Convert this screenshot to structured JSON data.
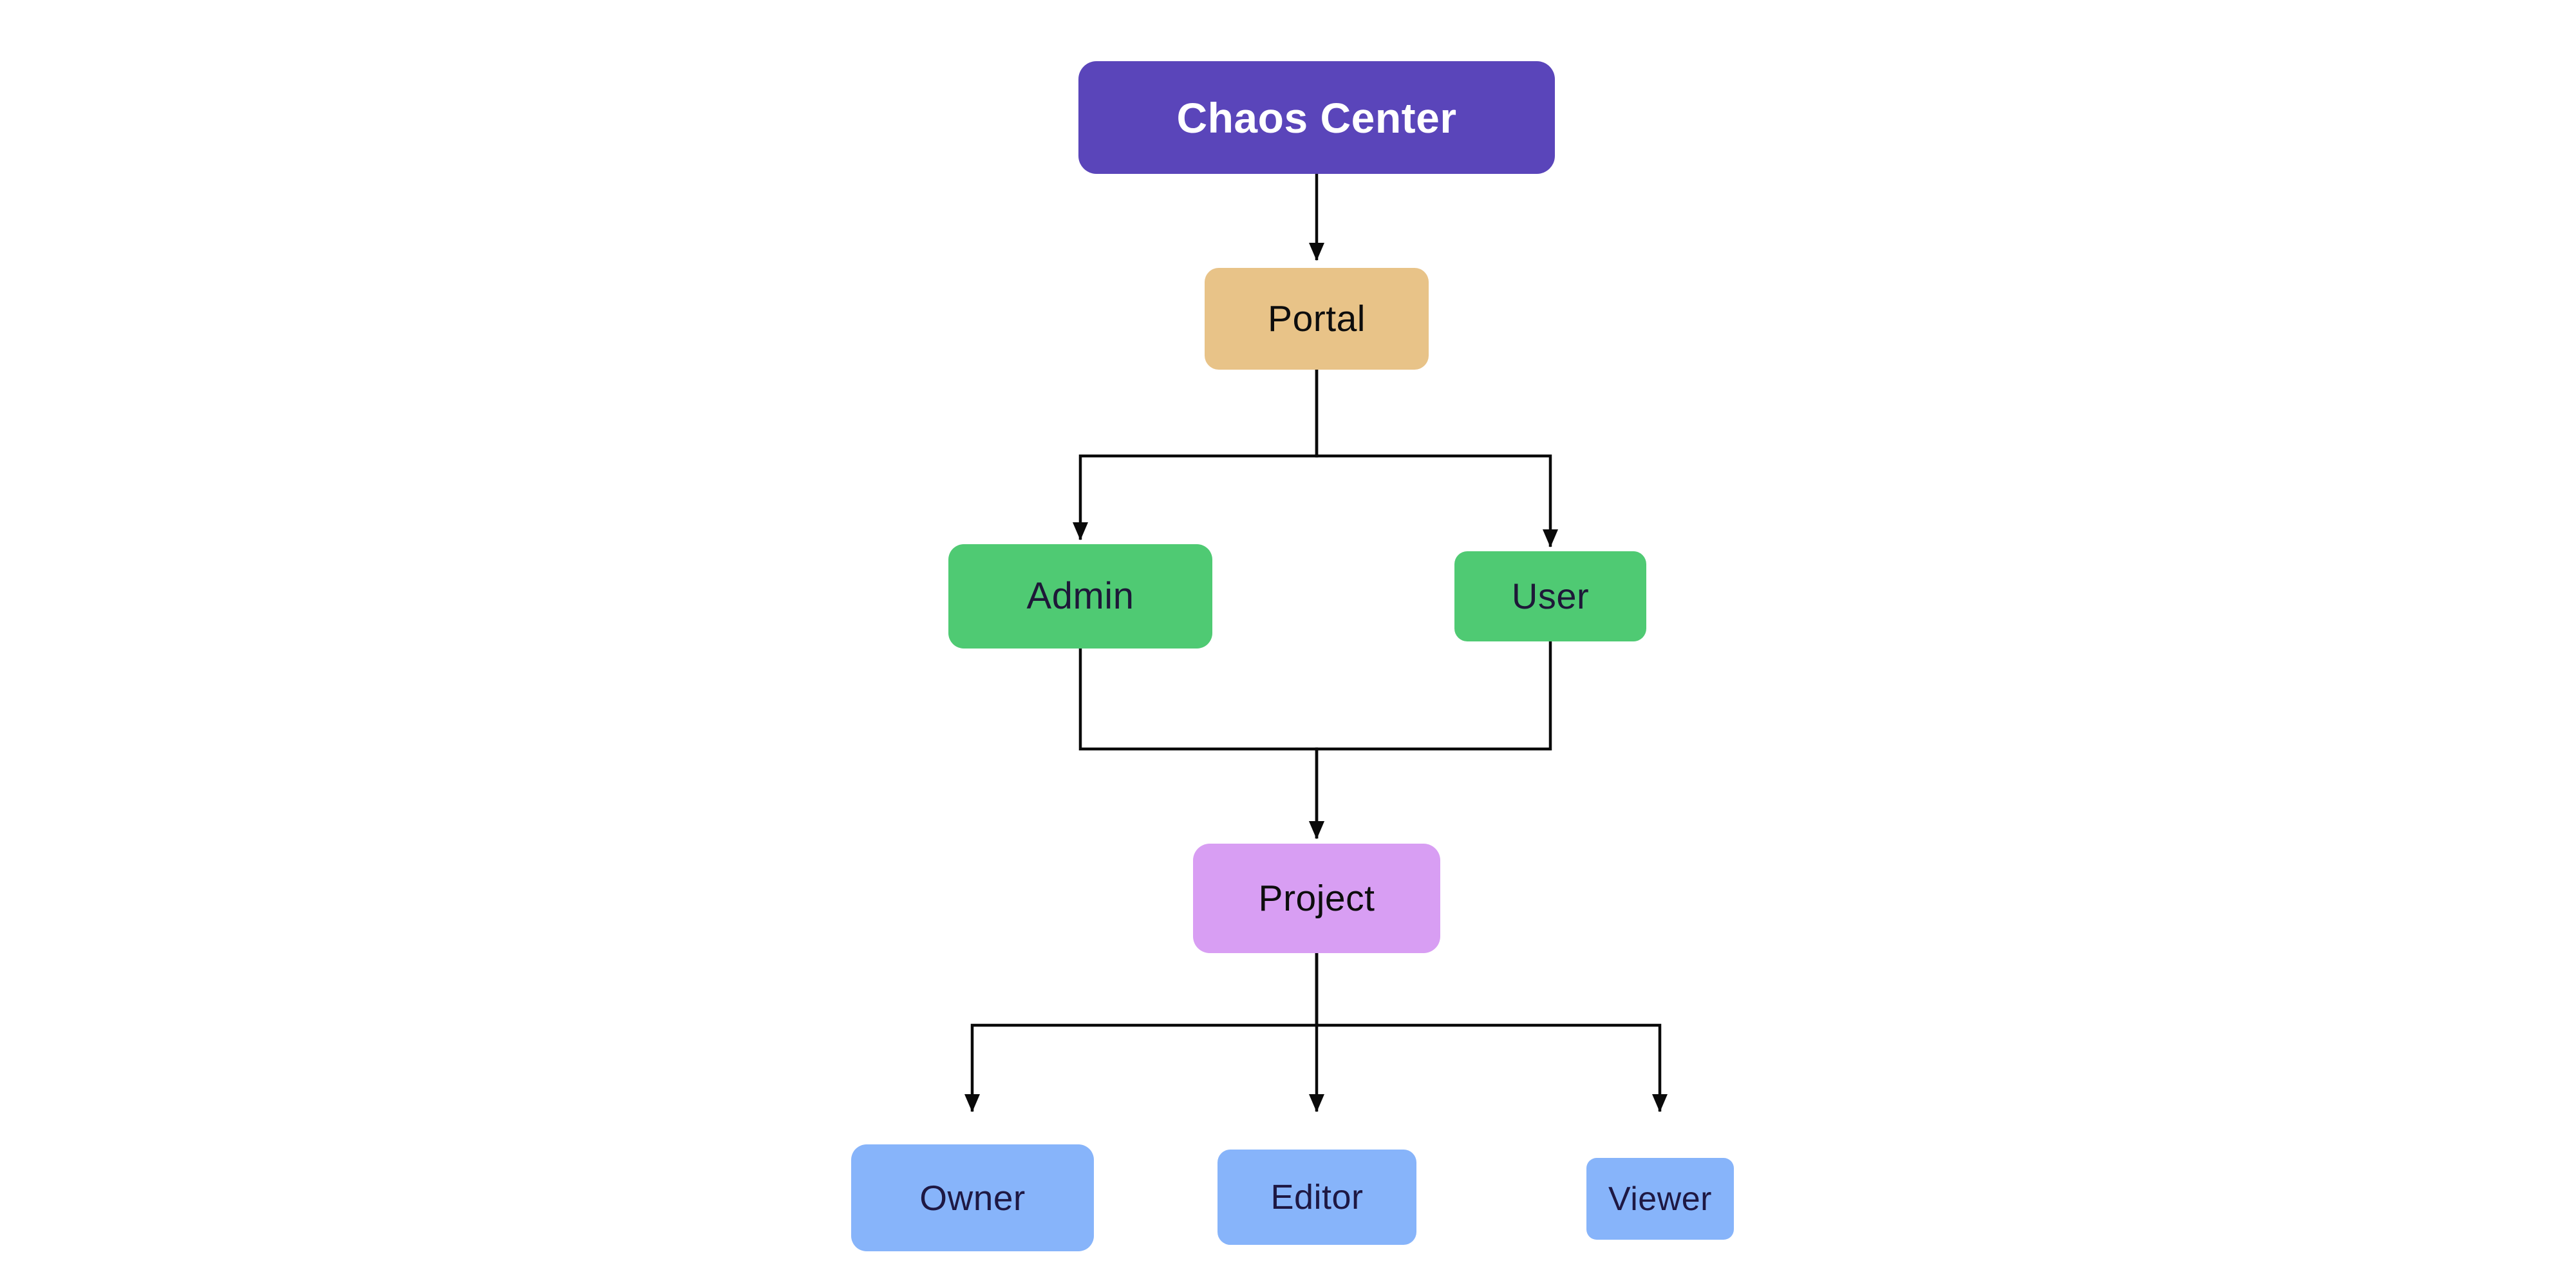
{
  "diagram": {
    "background": "#ffffff",
    "line_color": "#0a0a0a",
    "nodes": [
      {
        "id": "chaos-center",
        "label": "Chaos Center",
        "fill": "#5a45ba",
        "text_color": "#ffffff"
      },
      {
        "id": "portal",
        "label": "Portal",
        "fill": "#e8c388",
        "text_color": "#0d0d0d"
      },
      {
        "id": "admin",
        "label": "Admin",
        "fill": "#4fca73",
        "text_color": "#1e1838"
      },
      {
        "id": "user",
        "label": "User",
        "fill": "#4fca73",
        "text_color": "#1e1838"
      },
      {
        "id": "project",
        "label": "Project",
        "fill": "#d89ef3",
        "text_color": "#0d0d0d"
      },
      {
        "id": "owner",
        "label": "Owner",
        "fill": "#87b4fa",
        "text_color": "#1e1843"
      },
      {
        "id": "editor",
        "label": "Editor",
        "fill": "#87b4fa",
        "text_color": "#1e1843"
      },
      {
        "id": "viewer",
        "label": "Viewer",
        "fill": "#87b4fa",
        "text_color": "#1e1843"
      }
    ],
    "edges": [
      {
        "from": "chaos-center",
        "to": "portal"
      },
      {
        "from": "portal",
        "to": "admin"
      },
      {
        "from": "portal",
        "to": "user"
      },
      {
        "from": "admin",
        "to": "project"
      },
      {
        "from": "user",
        "to": "project"
      },
      {
        "from": "project",
        "to": "owner"
      },
      {
        "from": "project",
        "to": "editor"
      },
      {
        "from": "project",
        "to": "viewer"
      }
    ]
  }
}
